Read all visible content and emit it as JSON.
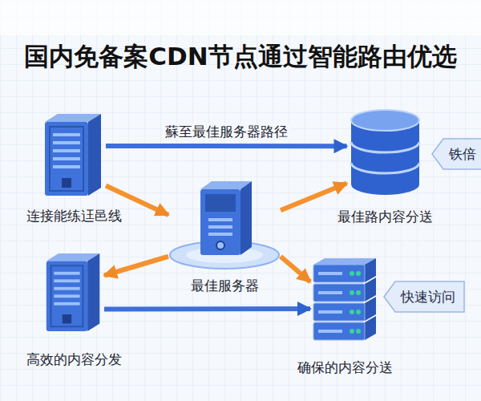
{
  "diagram": {
    "title": "国内免备案CDN节点通过智能路由优选",
    "nodes": [
      {
        "text": [
          "连接能练迋邑线"
        ]
      },
      {
        "text": [
          "最佳路内容分送"
        ]
      },
      {
        "text": [
          "铁倍"
        ]
      },
      {
        "text": [
          "最佳服务器"
        ]
      },
      {
        "text": [
          "高效的内容分发"
        ]
      },
      {
        "text": [
          "确保的内容分送"
        ]
      },
      {
        "text": [
          "快速访问"
        ]
      }
    ],
    "edges": [
      {
        "from": 0,
        "to": 1,
        "arrow": "to",
        "label": "蘇至最佳服务器路径"
      },
      {
        "from": 0,
        "to": 3,
        "arrow": "to"
      },
      {
        "from": 3,
        "to": 1,
        "arrow": "to"
      },
      {
        "from": 3,
        "to": 4,
        "arrow": "to"
      },
      {
        "from": 3,
        "to": 5,
        "arrow": "to"
      },
      {
        "from": 4,
        "to": 5,
        "arrow": "to"
      }
    ]
  }
}
